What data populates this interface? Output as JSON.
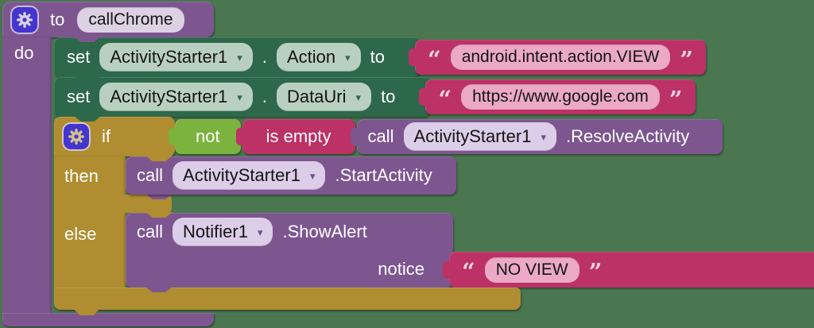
{
  "colors": {
    "background": "#4A7650",
    "procedure_purple": "#7D5690",
    "setter_green": "#2D684A",
    "control_gold": "#AF8D30",
    "logic_green": "#7CB23E",
    "text_magenta": "#BC3166",
    "text_field_pink": "#EBA9C5",
    "dropdown_green": "#B9D0C1",
    "dropdown_purple": "#DCCDE8",
    "gear_blue": "#4335CE"
  },
  "icons": {
    "dropdown_arrow": "▾"
  },
  "procedure": {
    "to": "to",
    "name": "callChrome",
    "do": "do"
  },
  "set_action": {
    "set": "set",
    "component": "ActivityStarter1",
    "dot": ".",
    "property": "Action",
    "to": "to"
  },
  "action_text": {
    "open": "“",
    "value": "android.intent.action.VIEW",
    "close": "”"
  },
  "set_datauri": {
    "set": "set",
    "component": "ActivityStarter1",
    "dot": ".",
    "property": "DataUri",
    "to": "to"
  },
  "datauri_text": {
    "open": "“",
    "value": "https://www.google.com",
    "close": "”"
  },
  "if_block": {
    "if": "if",
    "then": "then",
    "else": "else"
  },
  "not_block": {
    "label": "not"
  },
  "is_empty_block": {
    "label": "is empty"
  },
  "resolve_call": {
    "call": "call",
    "component": "ActivityStarter1",
    "method": ".ResolveActivity"
  },
  "start_call": {
    "call": "call",
    "component": "ActivityStarter1",
    "method": ".StartActivity"
  },
  "alert_call": {
    "call": "call",
    "component": "Notifier1",
    "method": ".ShowAlert",
    "notice": "notice"
  },
  "notice_text": {
    "open": "“",
    "value": "NO VIEW",
    "close": "”"
  }
}
